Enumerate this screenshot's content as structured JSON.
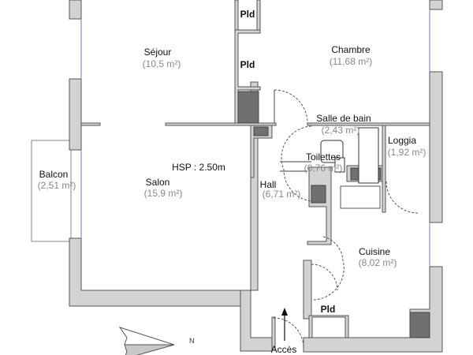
{
  "rooms": {
    "sejour": {
      "name": "Séjour",
      "area": "(10,5 m²)"
    },
    "chambre": {
      "name": "Chambre",
      "area": "(11,68 m²)"
    },
    "salle_de_bain": {
      "name": "Salle de bain",
      "area": "(2,43 m²)"
    },
    "loggia": {
      "name": "Loggia",
      "area": "(1,92 m²)"
    },
    "toilettes": {
      "name": "Toilettes",
      "area": "(0,76 m²)"
    },
    "balcon": {
      "name": "Balcon",
      "area": "(2,51 m²)"
    },
    "salon": {
      "name": "Salon",
      "area": "(15,9 m²)"
    },
    "hall": {
      "name": "Hall",
      "area": "(6,71 m²)"
    },
    "cuisine": {
      "name": "Cuisine",
      "area": "(8,02 m²)"
    }
  },
  "closets": [
    "Pld",
    "Pld",
    "Pld"
  ],
  "ceiling_height": "HSP : 2.50m",
  "entrance": "Accès",
  "north": "N"
}
